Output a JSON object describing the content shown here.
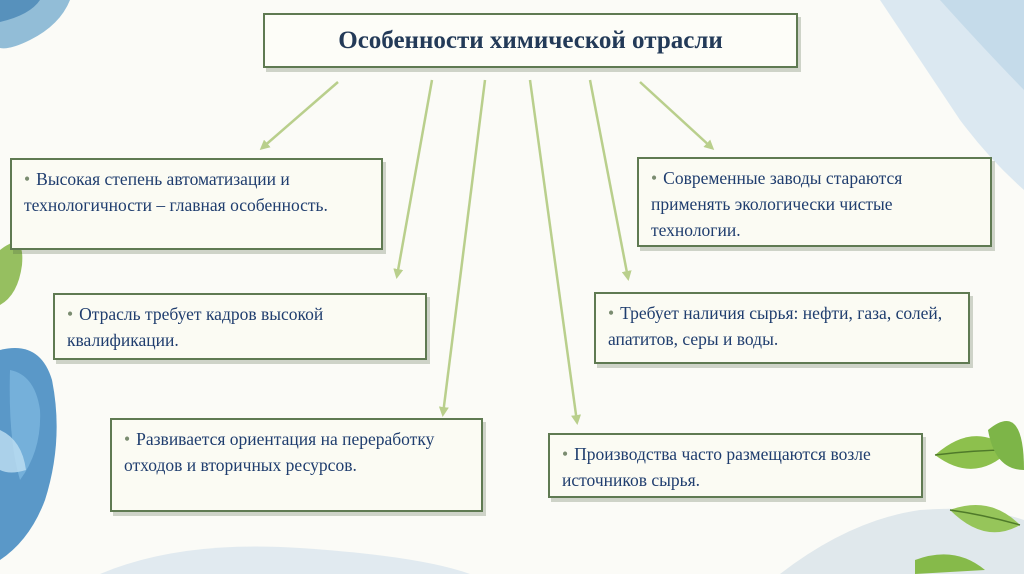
{
  "title": "Особенности химической отрасли",
  "bullet": "•",
  "left_items": [
    "Высокая степень автоматизации и технологичности – главная особенность.",
    "Отрасль требует кадров высокой квалификации.",
    "Развивается ориентация на переработку отходов и вторичных ресурсов."
  ],
  "right_items": [
    "Современные заводы стараются применять экологически чистые технологии.",
    "Требует наличия сырья: нефти, газа, солей, апатитов, серы и воды.",
    "Производства часто размещаются возле источников сырья."
  ],
  "colors": {
    "text": "#1f3d6e",
    "border": "#5f7a52",
    "arrow": "#b9cf8c"
  }
}
